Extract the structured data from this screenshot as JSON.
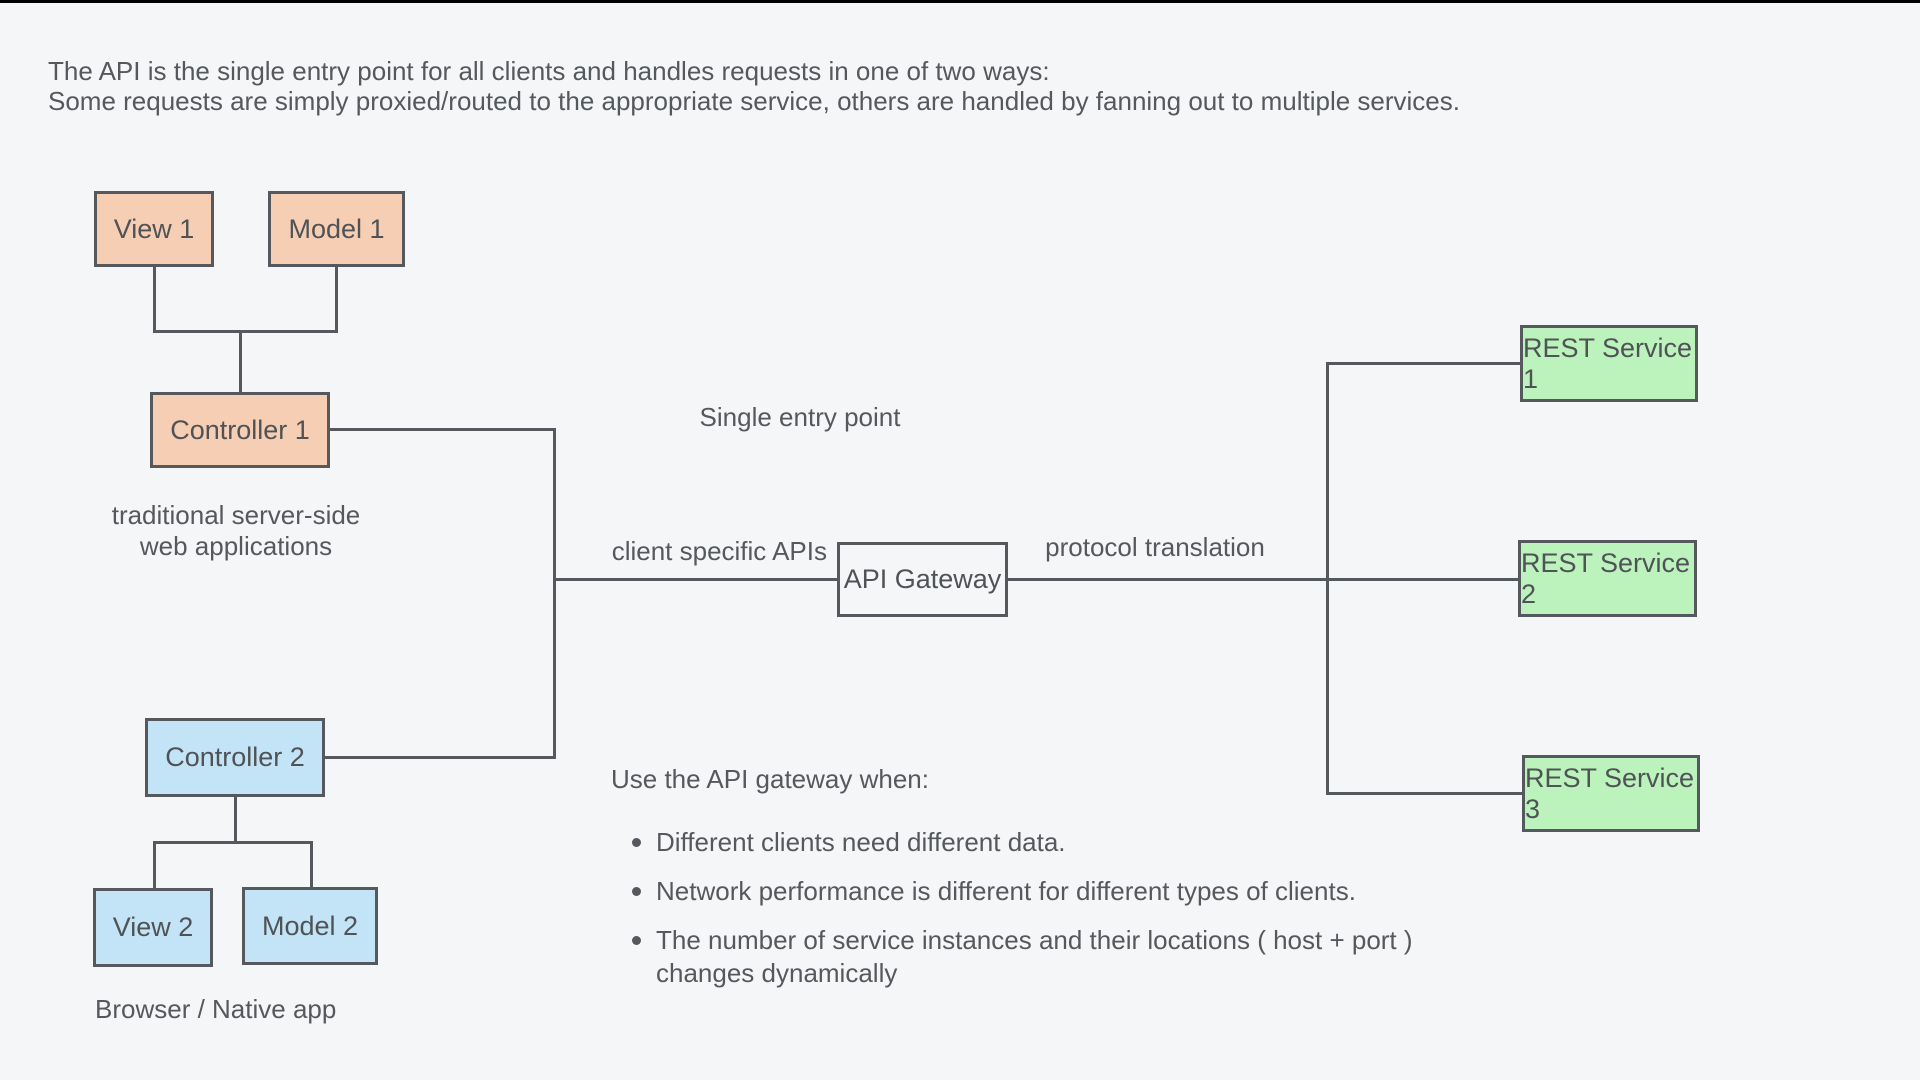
{
  "diagram": {
    "header": {
      "line1": "The API is the single entry point for all clients and handles requests in one of two ways:",
      "line2": "Some requests are simply proxied/routed to the appropriate service, others are handled by fanning out to multiple services."
    },
    "nodes": {
      "view1": "View 1",
      "model1": "Model 1",
      "controller1": "Controller 1",
      "controller2": "Controller 2",
      "view2": "View 2",
      "model2": "Model 2",
      "gateway": "API Gateway",
      "rest1": "REST Service 1",
      "rest2": "REST Service 2",
      "rest3": "REST Service 3"
    },
    "annotations": {
      "single_entry": "Single entry point",
      "client_apis": "client specific APIs",
      "protocol": "protocol translation",
      "traditional_line1": "traditional server-side",
      "traditional_line2": "web applications",
      "browser": "Browser / Native app",
      "when_heading": "Use the API gateway when:"
    },
    "bullets": [
      "Different clients need different data.",
      "Network performance is different for different types of clients.",
      "The number of service instances and their locations ( host + port )\nchanges dynamically"
    ],
    "colors": {
      "background": "#f5f6f8",
      "stroke": "#55585c",
      "text": "#55585c",
      "traditional_app_fill": "#f6ceb4",
      "browser_app_fill": "#c3e4f6",
      "rest_service_fill": "#bcf3bc",
      "gateway_fill": "#f5f6f8"
    }
  }
}
